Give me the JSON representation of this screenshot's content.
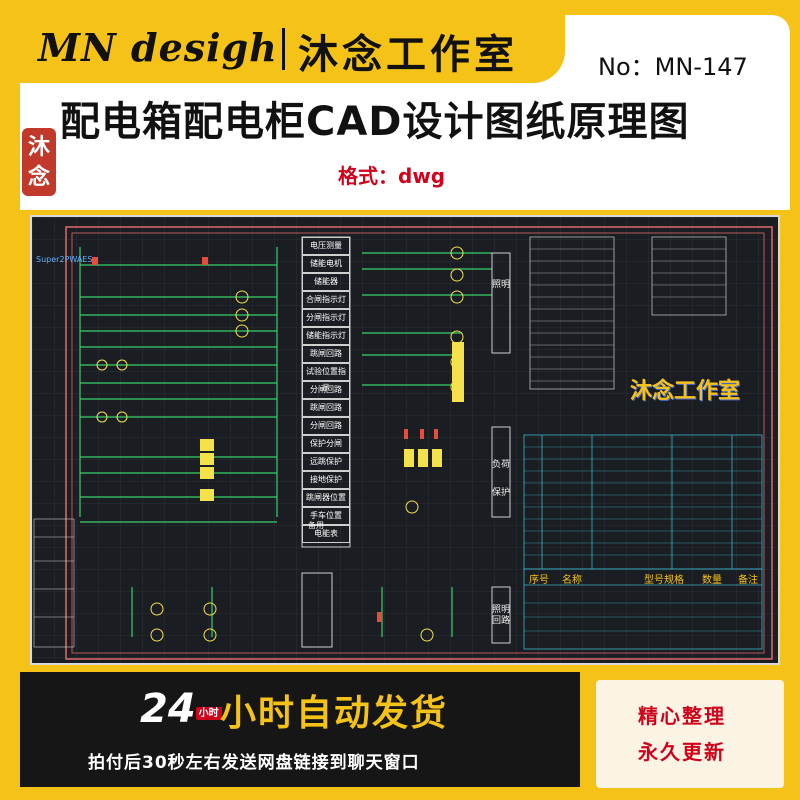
{
  "brand": {
    "name_en": "MN desigh",
    "name_cn": "沐念工作室"
  },
  "serial": "No：MN-147",
  "title": "配电箱配电柜CAD设计图纸原理图",
  "seal_text": "沐念",
  "format": "格式：dwg",
  "drawing": {
    "watermark": "沐念工作室",
    "left_caption": "Super2PWAES",
    "function_labels": [
      "电压测量",
      "储能电机",
      "储能器",
      "合闸指示灯",
      "分闸指示灯",
      "储能指示灯",
      "跳闸回路",
      "试验位置指示",
      "分闸回路",
      "跳闸回路",
      "分闸回路",
      "保护分闸",
      "远跳保护",
      "接地保护",
      "跳闸器位置",
      "手车位置",
      "电能表",
      "备用"
    ],
    "right_labels": [
      "照明",
      "负荷",
      "保护",
      "照明回路"
    ],
    "table_headers": [
      "序号",
      "名称",
      "型号规格",
      "数量",
      "备注"
    ]
  },
  "delivery": {
    "hours": "24",
    "hours_badge": "小时",
    "headline": "小时自动发货",
    "subline": "拍付后30秒左右发送网盘链接到聊天窗口"
  },
  "paper": {
    "line1": "精心整理",
    "line2": "永久更新"
  }
}
